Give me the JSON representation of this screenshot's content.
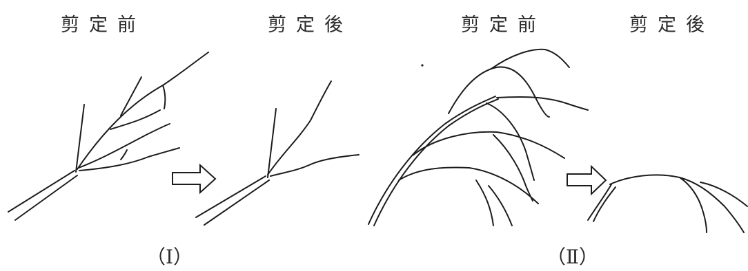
{
  "panels": [
    {
      "caption": "（Ⅰ）",
      "before_label": "剪定前",
      "after_label": "剪定後"
    },
    {
      "caption": "（Ⅱ）",
      "before_label": "剪定前",
      "after_label": "剪定後"
    }
  ],
  "colors": {
    "line": "#1c1c1c",
    "background": "#ffffff"
  }
}
